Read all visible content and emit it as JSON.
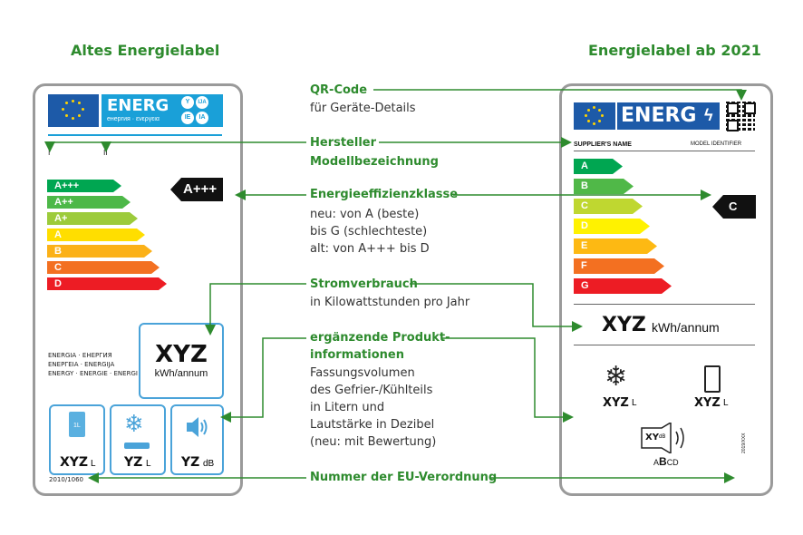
{
  "headings": {
    "old": "Altes Energielabel",
    "new": "Energielabel ab 2021"
  },
  "old_label": {
    "energy_word": "ENERG",
    "energy_sub": "енергия · ενεργεια",
    "lang_codes": [
      "Y",
      "IJA",
      "IE",
      "IA"
    ],
    "marker_i": "I",
    "marker_ii": "II",
    "classes": [
      "A+++",
      "A++",
      "A+",
      "A",
      "B",
      "C",
      "D"
    ],
    "current_class": "A+++",
    "consumption_value": "XYZ",
    "consumption_unit": "kWh/annum",
    "languages": [
      "ENERGIA · ЕНЕРГИЯ",
      "ΕΝΕΡΓΕΙΑ · ENERGIJA",
      "ENERGY · ENERGIE · ENERGI"
    ],
    "volume_icon_text": "1L",
    "volume_value": "XYZ",
    "volume_unit": "L",
    "freezer_value": "YZ",
    "freezer_unit": "L",
    "noise_value": "YZ",
    "noise_unit": "dB",
    "regulation": "2010/1060"
  },
  "new_label": {
    "energy_word": "ENERG",
    "supplier": "SUPPLIER'S NAME",
    "model": "MODEL IDENTIFIER",
    "classes": [
      "A",
      "B",
      "C",
      "D",
      "E",
      "F",
      "G"
    ],
    "current_class": "C",
    "consumption_value": "XYZ",
    "consumption_unit": "kWh/annum",
    "freezer_value": "XYZ",
    "freezer_unit": "L",
    "fridge_value": "XYZ",
    "fridge_unit": "L",
    "noise_value": "XY",
    "noise_unit": "dB",
    "noise_class_a": "A",
    "noise_class_b": "B",
    "noise_class_cd": "CD",
    "regulation": "2019/XXX"
  },
  "annotations": {
    "qr": {
      "title": "QR-Code",
      "text": "für Geräte-Details"
    },
    "manufacturer": {
      "title": "Hersteller",
      "title2": "Modellbezeichnung"
    },
    "efficiency": {
      "title": "Energieeffizienzklasse",
      "lines": [
        "neu: von A (beste)",
        "bis G (schlechteste)",
        "alt: von A+++ bis D"
      ]
    },
    "consumption": {
      "title": "Stromverbrauch",
      "text": "in Kilowattstunden pro Jahr"
    },
    "product_info": {
      "title": "ergänzende Produkt-",
      "title2": "informationen",
      "lines": [
        "Fassungsvolumen",
        "des Gefrier-/Kühlteils",
        "in Litern und",
        "Lautstärke in Dezibel",
        "(neu: mit Bewertung)"
      ]
    },
    "regulation": {
      "title": "Nummer der EU-Verordnung"
    }
  },
  "colors": {
    "green_text": "#2e8b2e",
    "old_classes": [
      "#00a651",
      "#4db848",
      "#9ccb3b",
      "#ffde00",
      "#fbb118",
      "#f37021",
      "#ed1c24"
    ],
    "new_classes": [
      "#00a651",
      "#50b848",
      "#bfd730",
      "#fff200",
      "#fdb913",
      "#f37021",
      "#ed1c24"
    ]
  }
}
